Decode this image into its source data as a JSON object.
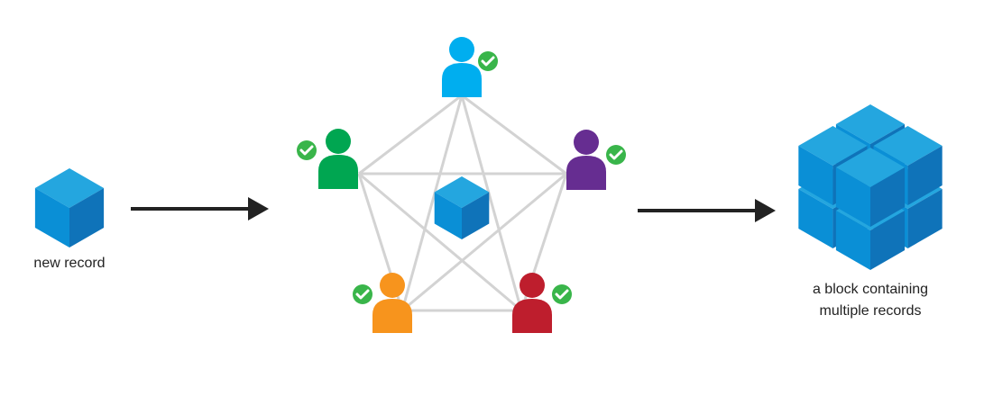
{
  "labels": {
    "new_record": "new record",
    "block_line1": "a block containing",
    "block_line2": "multiple records"
  },
  "colors": {
    "cube_top": "#24a6df",
    "cube_left": "#0a8fd6",
    "cube_right": "#0f73b9",
    "edge": "#d3d3d3",
    "check": "#39b54a",
    "arrow": "#222222"
  },
  "nodes": [
    {
      "name": "user-top",
      "color": "#00aeef"
    },
    {
      "name": "user-left",
      "color": "#00a651"
    },
    {
      "name": "user-right",
      "color": "#662d91"
    },
    {
      "name": "user-bottom-left",
      "color": "#f7941d"
    },
    {
      "name": "user-bottom-right",
      "color": "#be1e2d"
    }
  ]
}
